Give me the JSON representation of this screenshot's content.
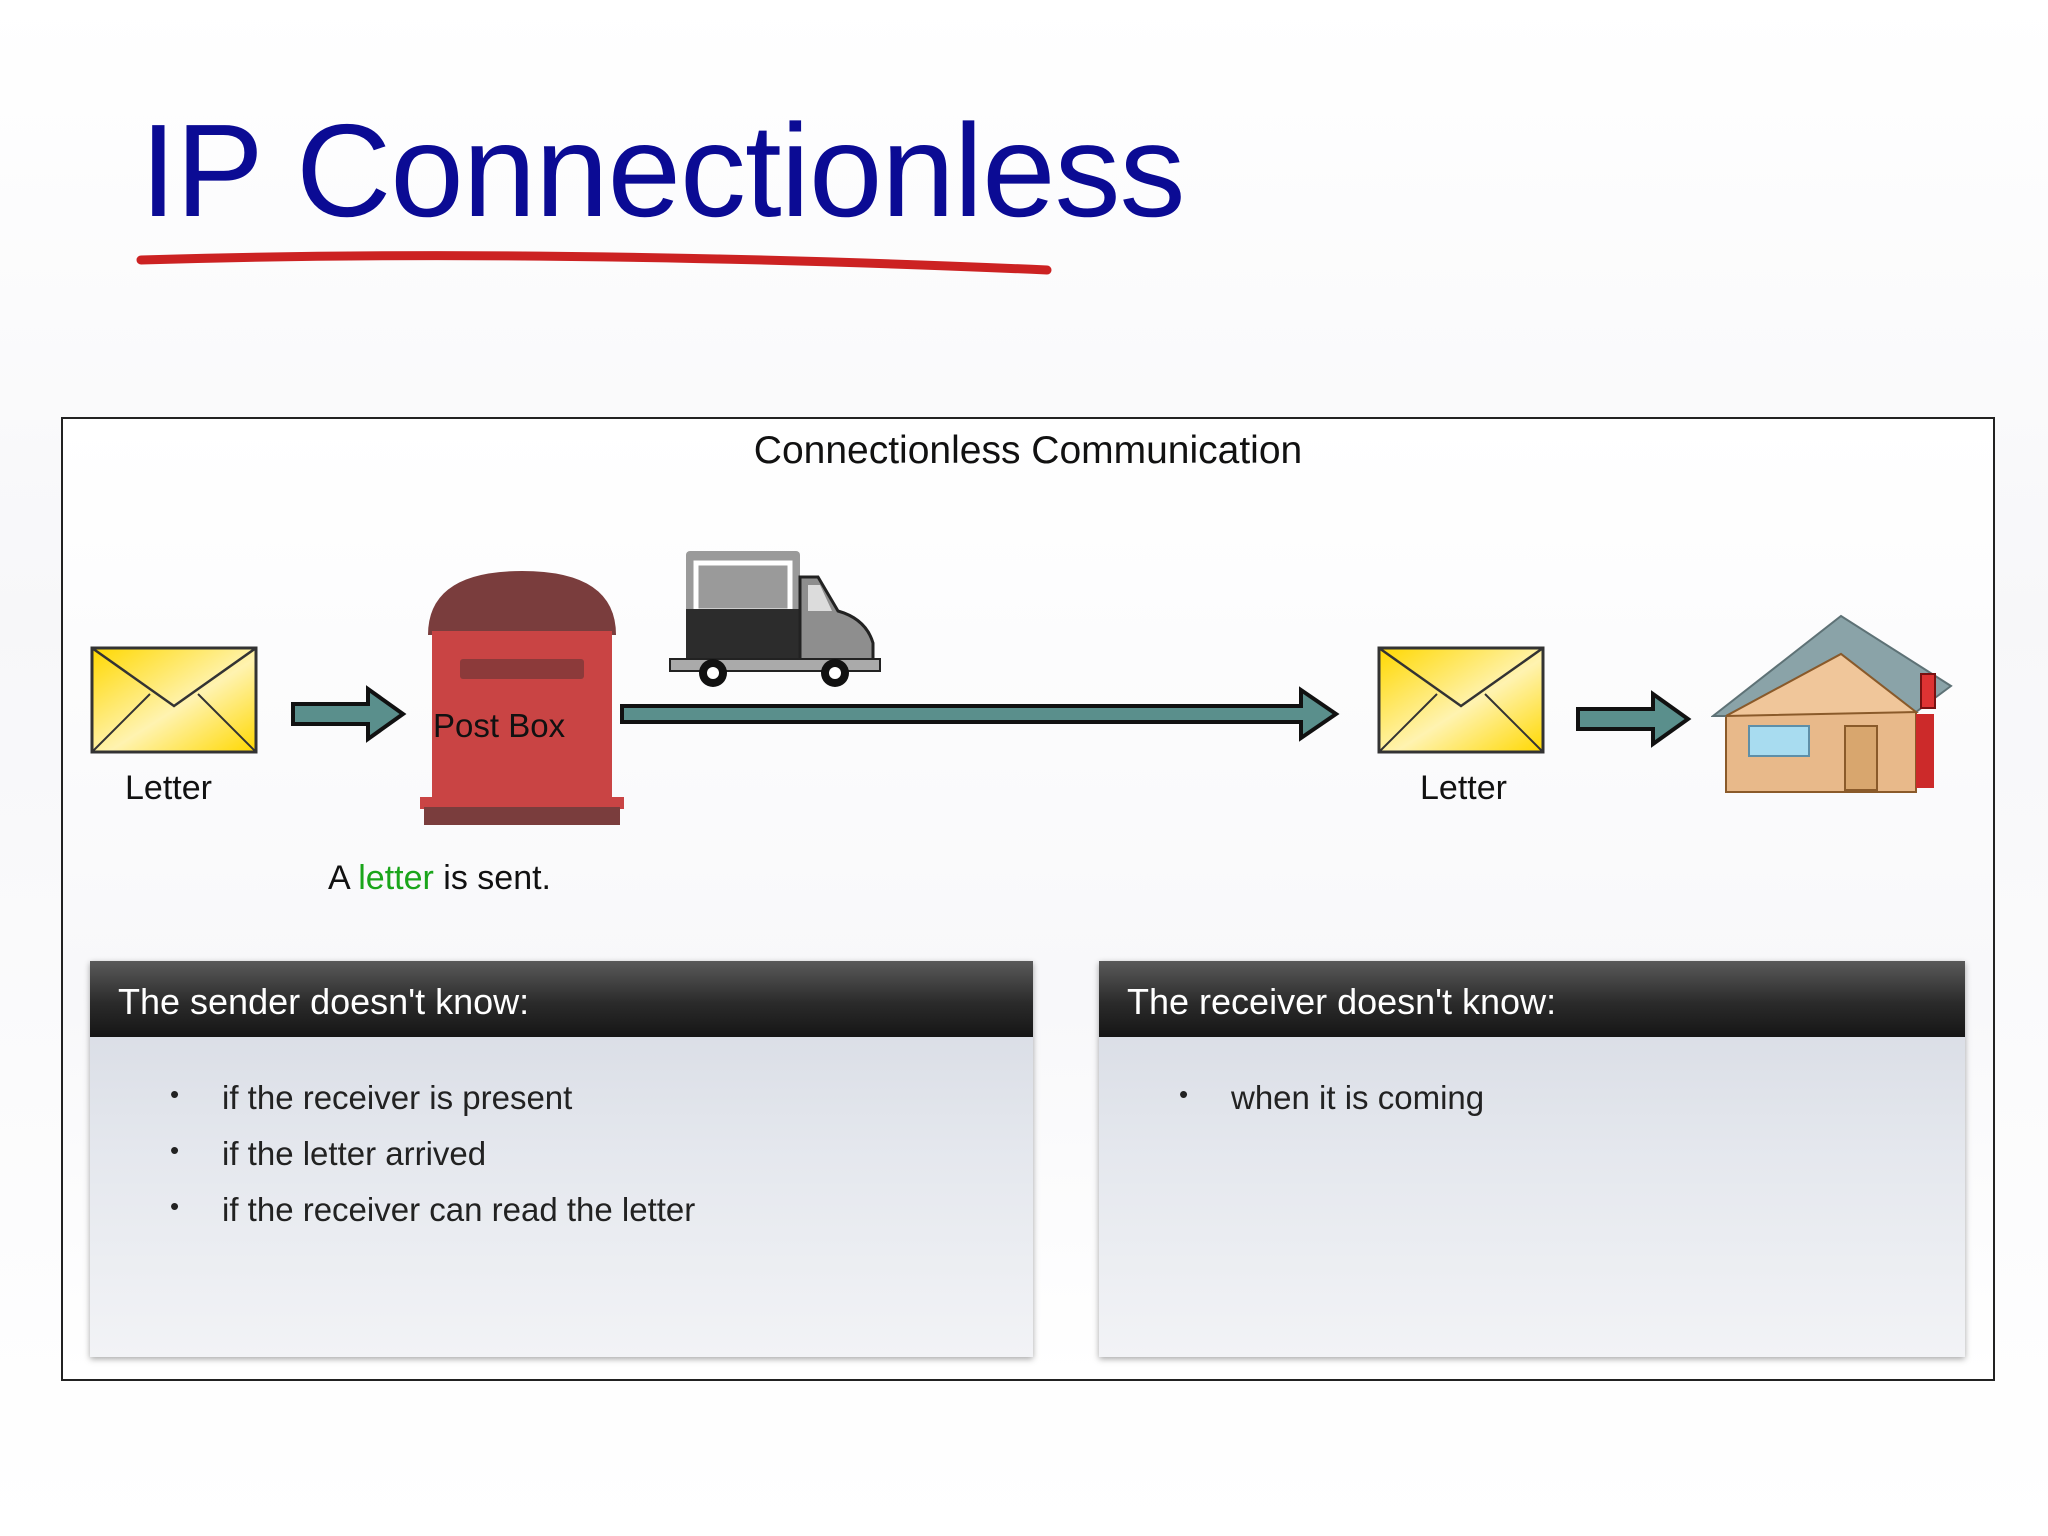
{
  "title": "IP Connectionless",
  "diagram": {
    "title": "Connectionless Communication",
    "sender_letter_label": "Letter",
    "postbox_label": "Post Box",
    "receiver_letter_label": "Letter",
    "caption": {
      "prefix": "A ",
      "highlight": "letter",
      "suffix": " is sent."
    },
    "icons": [
      "envelope-icon",
      "arrow-icon",
      "postbox-icon",
      "truck-icon",
      "long-arrow-icon",
      "envelope-icon",
      "arrow-icon",
      "house-icon"
    ]
  },
  "sender_panel": {
    "header": "The sender doesn't know:",
    "items": [
      "if the receiver is present",
      "if the letter arrived",
      "if the receiver can read the letter"
    ]
  },
  "receiver_panel": {
    "header": "The receiver doesn't know:",
    "items": [
      "when it is coming"
    ]
  },
  "colors": {
    "title": "#0b0b94",
    "underline": "#cc2222",
    "highlight": "#1aa51a",
    "arrow": "#5a8f8c",
    "postbox": "#c94444",
    "envelope": "#f5c400"
  }
}
